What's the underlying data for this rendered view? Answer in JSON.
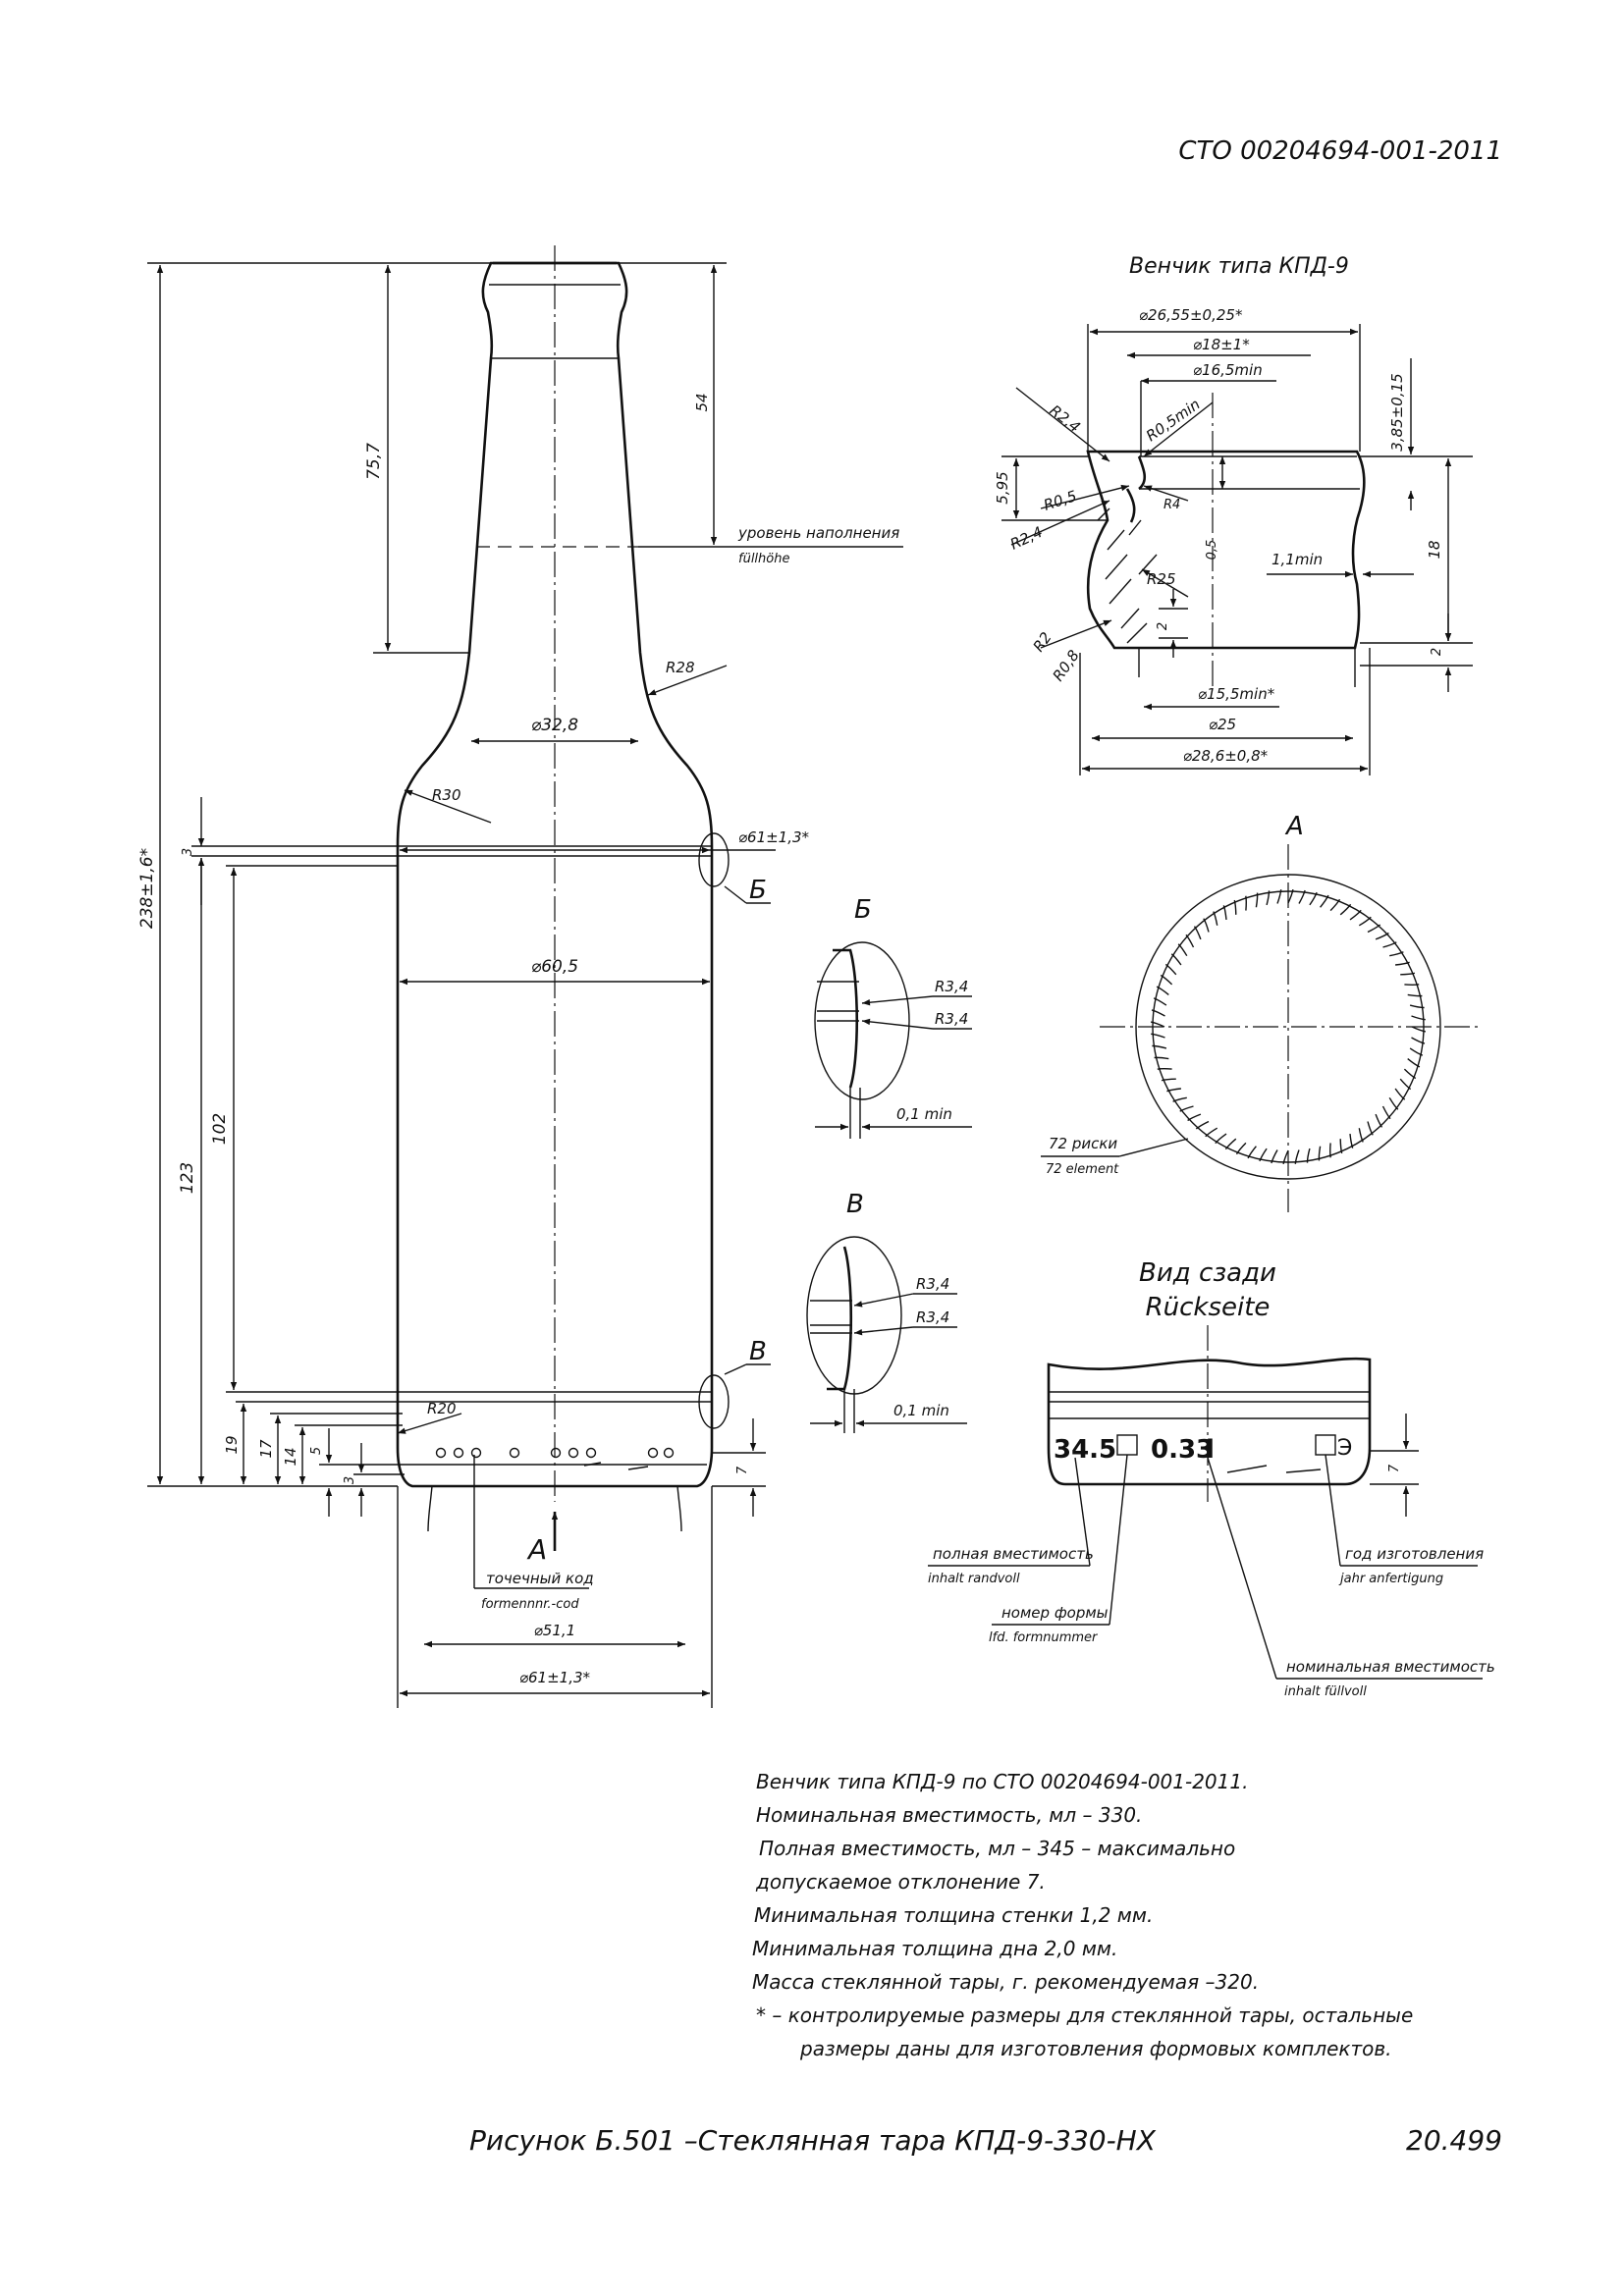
{
  "header": {
    "doc_code": "СТО 00204694-001-2011"
  },
  "footer": {
    "caption": "Рисунок Б.501 –Стеклянная тара КПД-9-330-НХ",
    "page_number": "20.499"
  },
  "bottle": {
    "dims": {
      "total_height": "238±1,6*",
      "neck_height": "75,7",
      "fill_depth": "54",
      "body_123": "123",
      "body_102": "102",
      "d3": "3",
      "d19": "19",
      "d17": "17",
      "d14": "14",
      "d5": "5",
      "d3b": "3",
      "d7": "7",
      "neck_diam": "⌀32,8",
      "shoulder_diam": "⌀61±1,3*",
      "body_diam": "⌀60,5",
      "base_diam": "⌀51,1",
      "base_outer_diam": "⌀61±1,3*",
      "r28": "R28",
      "r30": "R30",
      "r20": "R20"
    },
    "fill_level_ru": "уровень наполнения",
    "fill_level_de": "füllhöhe",
    "mark_b": "Б",
    "mark_v": "В",
    "view_a": "A",
    "dot_code_ru": "точечный код",
    "dot_code_de": "formennnr.-cod"
  },
  "finish": {
    "title": "Венчик типа КПД-9",
    "dims": {
      "d2655": "⌀26,55±0,25*",
      "d18": "⌀18±1*",
      "d165": "⌀16,5min",
      "h385": "3,85±0,15",
      "h595": "5,95",
      "h18": "18",
      "h2a": "2",
      "h2b": "2",
      "h05": "0,5",
      "w11": "1,1min",
      "d155": "⌀15,5min*",
      "d25": "⌀25",
      "d286": "⌀28,6±0,8*",
      "r24": "R2,4",
      "r05min": "R0,5min",
      "r05": "R0,5",
      "r24b": "R2,4",
      "r4": "R4",
      "r25": "R25",
      "r2": "R2",
      "r08": "R0,8"
    }
  },
  "detail_b": {
    "title": "Б",
    "r1": "R3,4",
    "r2": "R3,4",
    "t": "0,1 min"
  },
  "detail_v": {
    "title": "В",
    "r1": "R3,4",
    "r2": "R3,4",
    "t": "0,1 min"
  },
  "view_a": {
    "title": "A",
    "count_ru": "72 риски",
    "count_de": "72 element"
  },
  "rear_view": {
    "title_ru": "Вид сзади",
    "title_de": "Rückseite",
    "capacity_full": "34.5",
    "capacity_nominal": "0.33",
    "unit_l": "l",
    "mark_e": "Э",
    "dim7": "7",
    "full_cap_ru": "полная вместимость",
    "full_cap_de": "inhalt randvoll",
    "year_ru": "год изготовления",
    "year_de": "jahr anfertigung",
    "mould_ru": "номер формы",
    "mould_de": "lfd. formnummer",
    "nominal_ru": "номинальная вместимость",
    "nominal_de": "inhalt füllvoll"
  },
  "notes": [
    "Венчик типа КПД-9 по СТО 00204694-001-2011.",
    "Номинальная вместимость, мл – 330.",
    "Полная вместимость, мл – 345 – максимально",
    "допускаемое отклонение 7.",
    "Минимальная толщина стенки 1,2 мм.",
    "Минимальная толщина дна 2,0 мм.",
    "Масса стеклянной тары, г. рекомендуемая –320.",
    "* – контролируемые размеры для стеклянной тары, остальные",
    "размеры даны для изготовления формовых комплектов."
  ]
}
